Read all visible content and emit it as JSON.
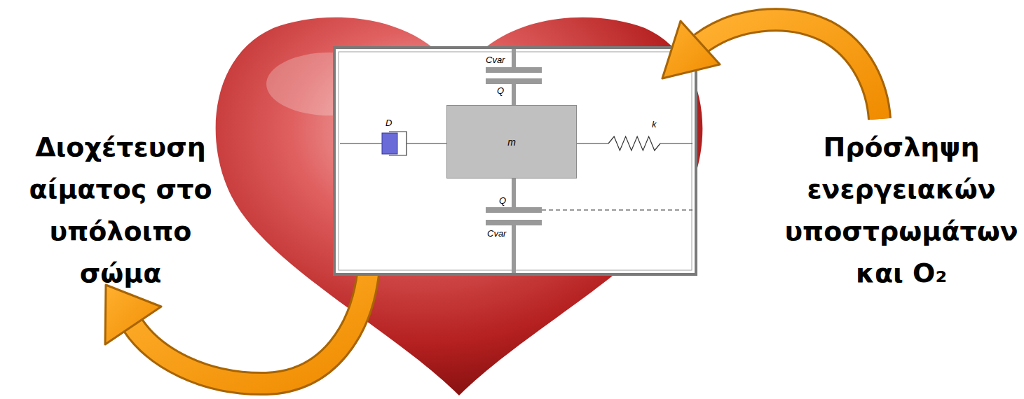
{
  "diagram": {
    "nodes": [
      {
        "text": [
          "m"
        ]
      }
    ],
    "labels": [
      "Διοχέτευση αίματος στο υπόλοιπο σώμα",
      "Πρόσληψη ενεργειακών υποστρωμάτων και O₂",
      "Cvar",
      "Q",
      "D",
      "k",
      "Q",
      "Cvar"
    ]
  }
}
